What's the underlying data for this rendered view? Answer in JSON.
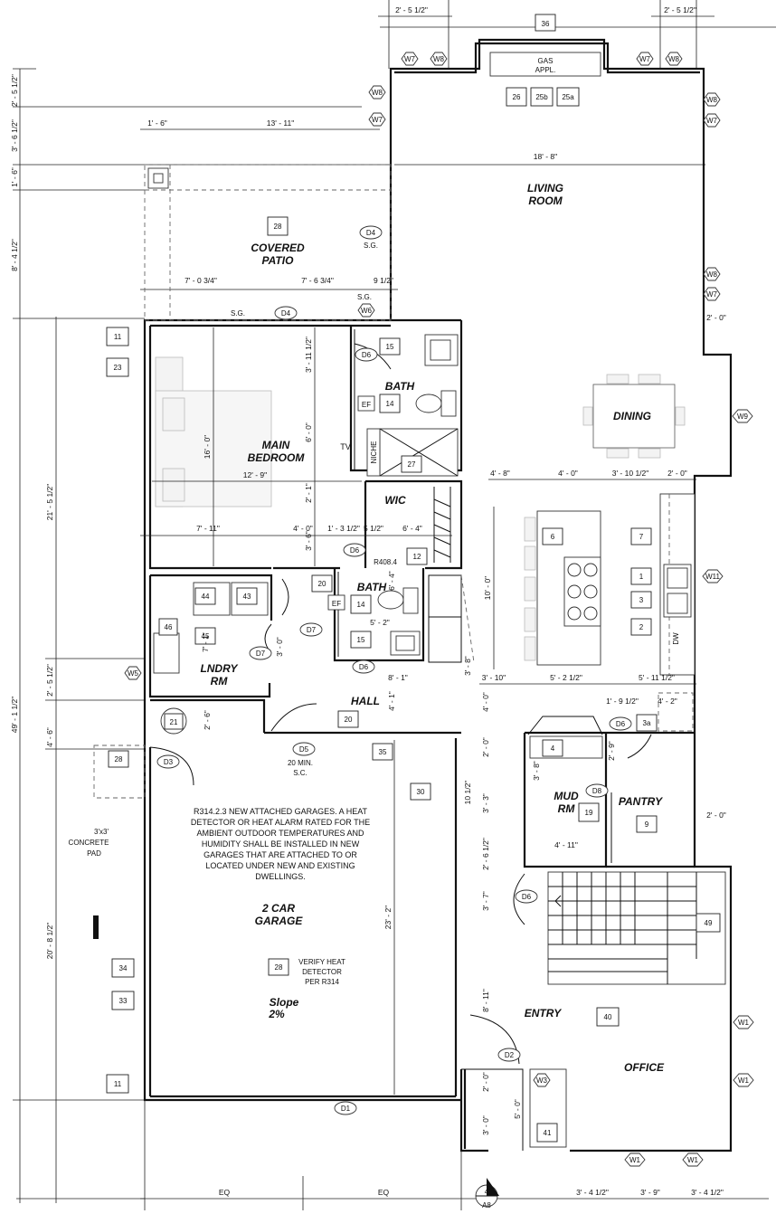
{
  "rooms": {
    "living_room": [
      "LIVING",
      "ROOM"
    ],
    "covered_patio": [
      "COVERED",
      "PATIO"
    ],
    "main_bedroom": [
      "MAIN",
      "BEDROOM"
    ],
    "bath_upper": "BATH",
    "bath_lower": "BATH",
    "wic": "WIC",
    "dining": "DINING",
    "laundry": [
      "LNDRY",
      "RM"
    ],
    "hall": "HALL",
    "mud_room": [
      "MUD",
      "RM"
    ],
    "pantry": "PANTRY",
    "garage": [
      "2 CAR",
      "GARAGE"
    ],
    "entry": "ENTRY",
    "office": "OFFICE"
  },
  "fixtures": {
    "gas_appliance": [
      "GAS",
      "APPL."
    ],
    "tv": "TV",
    "niche": "NICHE",
    "ef_upper": "EF",
    "ef_lower": "EF",
    "dw": "DW"
  },
  "notes": {
    "garage_note": [
      "R314.2.3 NEW ATTACHED GARAGES. A HEAT",
      "DETECTOR OR HEAT ALARM RATED FOR THE",
      "AMBIENT OUTDOOR TEMPERATURES AND",
      "HUMIDITY SHALL BE INSTALLED IN NEW",
      "GARAGES THAT ARE ATTACHED TO OR",
      "LOCATED UNDER NEW AND EXISTING",
      "DWELLINGS."
    ],
    "verify_heat": [
      "VERIFY HEAT",
      "DETECTOR",
      "PER R314"
    ],
    "concrete_pad": [
      "3'x3'",
      "CONCRETE",
      "PAD"
    ],
    "slope": [
      "Slope",
      "2%"
    ],
    "sc_min": [
      "20 MIN.",
      "S.C."
    ],
    "r408": "R408.4",
    "sg_1": "S.G.",
    "sg_2": "S.G.",
    "sg_3": "S.G."
  },
  "tags": {
    "t36": "36",
    "t26": "26",
    "t25b": "25b",
    "t25a": "25a",
    "t28_patio": "28",
    "t11_top": "11",
    "t23": "23",
    "t15_upper": "15",
    "t14_upper": "14",
    "t27": "27",
    "t12": "12",
    "t20_bath": "20",
    "t14_lower": "14",
    "t15_lower": "15",
    "t44": "44",
    "t43": "43",
    "t46": "46",
    "t45": "45",
    "t6": "6",
    "t7": "7",
    "t1": "1",
    "t3": "3",
    "t2": "2",
    "t21": "21",
    "t20_hall": "20",
    "t35": "35",
    "t28_pad": "28",
    "t30": "30",
    "t3a": "3a",
    "t4": "4",
    "t19": "19",
    "t9": "9",
    "t49": "49",
    "t34": "34",
    "t33": "33",
    "t28_garage": "28",
    "t40": "40",
    "t11_bottom": "11",
    "t41": "41",
    "t4_north": "4"
  },
  "doors": {
    "d4_patio": "D4",
    "d4_sg": "D4",
    "d6_bath": "D6",
    "d6_wic": "D6",
    "d7_a": "D7",
    "d7_b": "D7",
    "d6_lower": "D6",
    "d3": "D3",
    "d5": "D5",
    "d6_pantry": "D6",
    "d8": "D8",
    "d6_stairs": "D6",
    "d2": "D2",
    "d1": "D1"
  },
  "windows": {
    "w7_a": "W7",
    "w8_a": "W8",
    "w7_b": "W7",
    "w8_b": "W8",
    "w8_c": "W8",
    "w7_c": "W7",
    "w8_d": "W8",
    "w7_d": "W7",
    "w8_e": "W8",
    "w7_e": "W7",
    "w6": "W6",
    "w9": "W9",
    "w11": "W11",
    "w5": "W5",
    "w1_a": "W1",
    "w1_b": "W1",
    "w3": "W3",
    "w1_c": "W1",
    "w1_d": "W1"
  },
  "section_ref": "A8",
  "dimensions": {
    "d_2_5half_a": "2' - 5 1/2\"",
    "d_2_5half_b": "2' - 5 1/2\"",
    "d_1_6": "1' - 6\"",
    "d_13_11": "13' - 11\"",
    "d_18_8": "18' - 8\"",
    "d_7_03q": "7' - 0 3/4\"",
    "d_7_63q": "7' - 6 3/4\"",
    "d_9half": "9 1/2\"",
    "d_2_0_top": "2' - 0\"",
    "d_3_11half": "3' - 11 1/2\"",
    "d_16_0": "16' - 0\"",
    "d_6_0": "6' - 0\"",
    "d_12_9": "12' - 9\"",
    "d_2_1": "2' - 1\"",
    "d_4_8": "4' - 8\"",
    "d_4_0_k": "4' - 0\"",
    "d_3_10half": "3' - 10 1/2\"",
    "d_2_0_k": "2' - 0\"",
    "d_7_11": "7' - 11\"",
    "d_4_0_b": "4' - 0\"",
    "d_1_3half": "1' - 3 1/2\"",
    "d_5half": "5 1/2\"",
    "d_6_4": "6' - 4\"",
    "d_3_6": "3' - 6\"",
    "d_6_4v": "6' - 4\"",
    "d_5_2": "5' - 2\"",
    "d_10_0": "10' - 0\"",
    "d_7_1": "7' - 1\"",
    "d_3_0": "3' - 0\"",
    "d_3_8": "3' - 8\"",
    "d_8_1": "8' - 1\"",
    "d_3_10": "3' - 10\"",
    "d_5_2half": "5' - 2 1/2\"",
    "d_5_11half": "5' - 11 1/2\"",
    "d_2_6": "2' - 6\"",
    "d_4_1": "4' - 1\"",
    "d_4_0_h": "4' - 0\"",
    "d_1_9half": "1' - 9 1/2\"",
    "d_4_2": "4' - 2\"",
    "d_2_0_m": "2' - 0\"",
    "d_2_9": "2' - 9\"",
    "d_3_8b": "3' - 8\"",
    "d_10half": "10 1/2\"",
    "d_3_3": "3' - 3\"",
    "d_2_0_p": "2' - 0\"",
    "d_4_11": "4' - 11\"",
    "d_2_6half": "2' - 6 1/2\"",
    "d_3_7": "3' - 7\"",
    "d_23_2": "23' - 2\"",
    "d_8_11": "8' - 11\"",
    "d_2_0_e": "2' - 0\"",
    "d_3_0_e": "3' - 0\"",
    "d_5_0": "5' - 0\"",
    "d_eq_a": "EQ",
    "d_eq_b": "EQ",
    "d_3_4half_a": "3' - 4 1/2\"",
    "d_3_9": "3' - 9\"",
    "d_3_4half_b": "3' - 4 1/2\"",
    "l_2_5half": "2' - 5 1/2\"",
    "l_3_6half": "3' - 6 1/2\"",
    "l_1_6": "1' - 6\"",
    "l_8_4half": "8' - 4 1/2\"",
    "l_21_5half": "21' - 5 1/2\"",
    "l_49_1half": "49' - 1 1/2\"",
    "l_2_5half_b": "2' - 5 1/2\"",
    "l_4_6": "4' - 6\"",
    "l_20_8half": "20' - 8 1/2\""
  }
}
